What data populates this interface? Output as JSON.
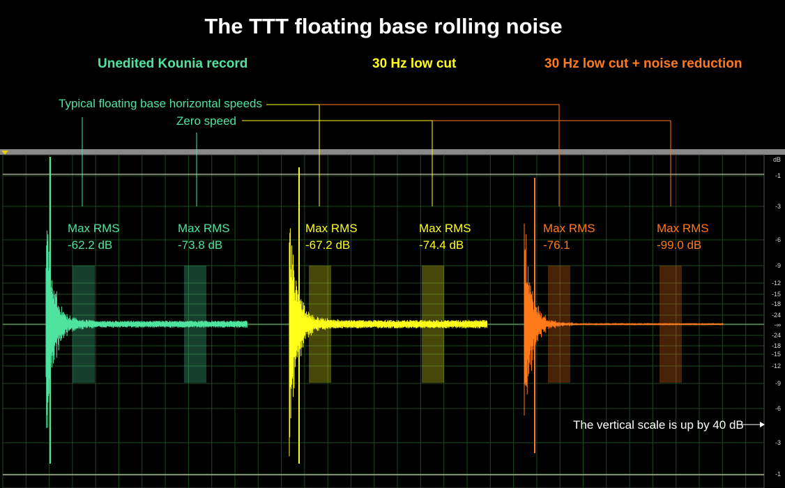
{
  "title": "The TTT floating base rolling noise",
  "colors": {
    "green": "#4fe3a0",
    "yellow": "#ffff1a",
    "orange": "#ff7a1a",
    "grid": "#1e4a1e",
    "ruler": "#8a8a8a",
    "line_white": "#f0f0d0"
  },
  "sections": [
    {
      "heading": "Unedited Kounia record",
      "color_key": "green",
      "left": {
        "label": "Max RMS",
        "value": "-62.2 dB"
      },
      "right": {
        "label": "Max RMS",
        "value": "-73.8 dB"
      }
    },
    {
      "heading": "30 Hz low cut",
      "color_key": "yellow",
      "left": {
        "label": "Max RMS",
        "value": "-67.2 dB"
      },
      "right": {
        "label": "Max RMS",
        "value": "-74.4 dB"
      }
    },
    {
      "heading": "30 Hz low cut + noise reduction",
      "color_key": "orange",
      "left": {
        "label": "Max RMS",
        "value": "-76.1"
      },
      "right": {
        "label": "Max RMS",
        "value": "-99.0 dB"
      }
    }
  ],
  "annotations": {
    "horizontal_speeds": "Typical floating base horizontal speeds",
    "zero_speed": "Zero speed",
    "scale_note": "The vertical scale is up by 40 dB"
  },
  "scale": {
    "unit": "dB",
    "ticks": [
      "-1",
      "-3",
      "-6",
      "-9",
      "-12",
      "-15",
      "-18",
      "-24",
      "-∞",
      "-24",
      "-18",
      "-15",
      "-12",
      "-9",
      "-6",
      "-3",
      "-1"
    ]
  }
}
